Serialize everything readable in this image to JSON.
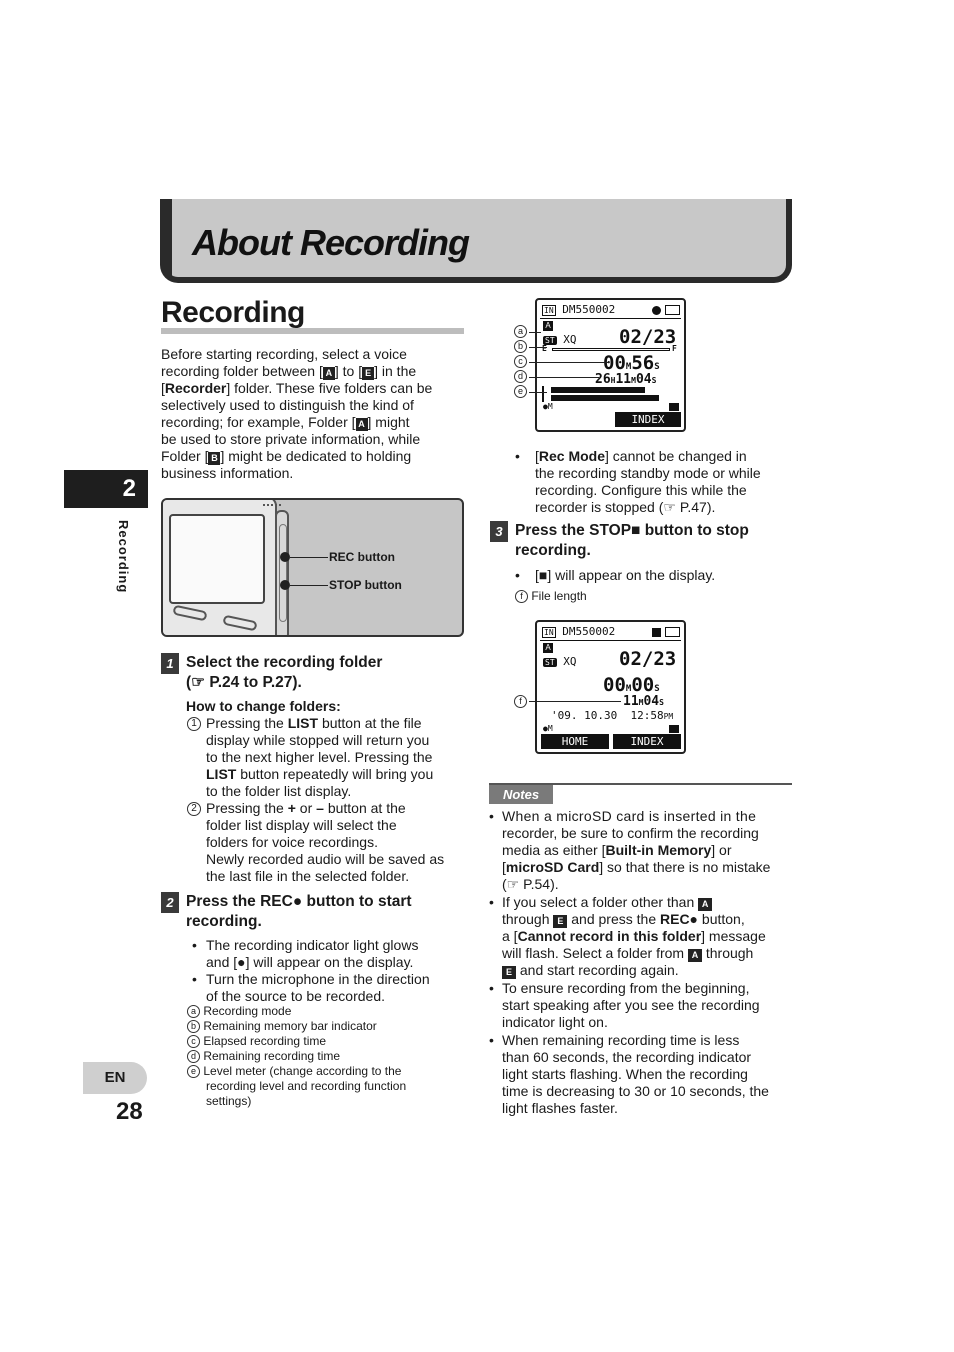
{
  "chapter": {
    "title": "About Recording"
  },
  "section": {
    "title": "Recording"
  },
  "side_tab": {
    "number": "2",
    "label": "Recording"
  },
  "footer": {
    "lang": "EN",
    "page": "28"
  },
  "intro": [
    "Before starting recording, select a voice",
    "recording folder between [",
    "] to [",
    "] in the",
    "[",
    "Recorder",
    "] folder. These five folders can be",
    "selectively used to distinguish the kind of",
    "recording; for example, Folder [",
    "] might",
    "be used to store private information, while",
    "Folder [",
    "] might be dedicated to holding",
    "business information."
  ],
  "illustration": {
    "rec_label": "REC button",
    "stop_label": "STOP button"
  },
  "step1": {
    "num": "1",
    "title_a": "Select the recording folder",
    "title_b": "(☞ P.24 to P.27).",
    "how_title": "How to change folders:",
    "item1_num": "1",
    "item1": [
      "Pressing the ",
      "LIST",
      " button at the file",
      "display while stopped will return you",
      "to the next higher level. Pressing the",
      "LIST",
      " button repeatedly will bring you",
      "to the folder list display."
    ],
    "item2_num": "2",
    "item2": [
      "Pressing the ",
      "+",
      " or ",
      "–",
      " button at the",
      "folder list display will select the",
      "folders for voice recordings.",
      "Newly recorded audio will be saved as",
      "the last file in the selected folder."
    ]
  },
  "step2": {
    "num": "2",
    "title_a": "Press the ",
    "title_rec": "REC●",
    "title_b": " button to start",
    "title_c": "recording.",
    "bullets": [
      [
        "The recording indicator light glows",
        "and [●] will appear on the display."
      ],
      [
        "Turn the microphone in the direction",
        "of the source to be recorded."
      ]
    ],
    "callouts": [
      {
        "k": "a",
        "t": "Recording mode"
      },
      {
        "k": "b",
        "t": "Remaining memory bar indicator"
      },
      {
        "k": "c",
        "t": "Elapsed recording time"
      },
      {
        "k": "d",
        "t": "Remaining recording time"
      },
      {
        "k": "e",
        "t": "Level meter (change according to the"
      }
    ],
    "callout_e_cont": [
      "recording level and recording function",
      "settings)"
    ]
  },
  "lcd1": {
    "in": "IN",
    "file": "DM550002",
    "folder": "A",
    "st": "ST",
    "mode": "XQ",
    "count": "02/23",
    "elapsed_m": "00",
    "elapsed_s": "56",
    "rem_h": "26",
    "rem_m": "11",
    "rem_s": "04",
    "e": "E",
    "f": "F",
    "index": "INDEX",
    "callouts": [
      "a",
      "b",
      "c",
      "d",
      "e"
    ]
  },
  "rec_mode_note": [
    "[",
    "Rec Mode",
    "] cannot be changed in",
    "the recording standby mode or while",
    "recording. Configure this while the",
    "recorder is stopped (☞ P.47)."
  ],
  "step3": {
    "num": "3",
    "title_a": "Press the ",
    "title_stop": "STOP■",
    "title_b": " button to stop",
    "title_c": "recording.",
    "bullet": "[■] will appear on the display.",
    "callout_k": "f",
    "callout_t": "File length"
  },
  "lcd2": {
    "in": "IN",
    "file": "DM550002",
    "folder": "A",
    "st": "ST",
    "mode": "XQ",
    "count": "02/23",
    "len_m": "00",
    "len_s": "00",
    "len2_m": "11",
    "len2_s": "04",
    "date": "'09. 10.30",
    "time": "12:58",
    "pm": "PM",
    "home": "HOME",
    "index": "INDEX",
    "callout": "f"
  },
  "notes": {
    "label": "Notes",
    "n1": [
      "When a microSD card is inserted in the",
      "recorder, be sure to confirm the recording",
      "media as either [",
      "Built-in Memory",
      "] or",
      "[",
      "microSD Card",
      "] so that there is no mistake",
      "(☞ P.54)."
    ],
    "n2": [
      "If you select a folder other than ",
      "through ",
      " and press the ",
      "REC●",
      " button,",
      "a [",
      "Cannot record in this folder",
      "] message",
      "will flash. Select a folder from ",
      " through",
      " and start recording again."
    ],
    "n3": [
      "To ensure recording from the beginning,",
      "start speaking after you see the recording",
      "indicator light on."
    ],
    "n4": [
      "When remaining recording time is less",
      "than 60 seconds, the recording indicator",
      "light starts flashing. When the recording",
      "time is decreasing to 30 or 10 seconds, the",
      "light flashes faster."
    ]
  },
  "folder_icons": {
    "a": "A",
    "e": "E"
  },
  "colors": {
    "banner": "#c8c8c8",
    "dark": "#2a2a2a",
    "notes": "#7a7a7a"
  }
}
